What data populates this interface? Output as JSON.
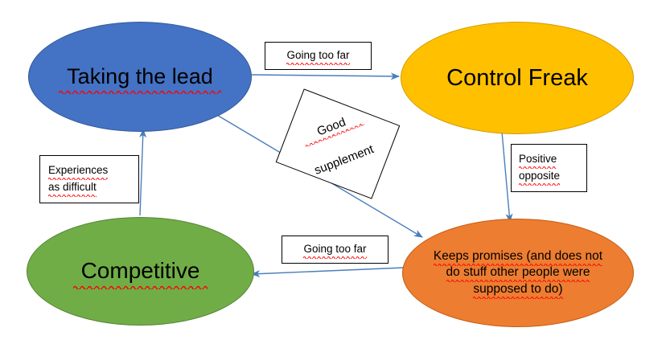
{
  "diagram": {
    "type": "relationship-cycle-diagram",
    "background_color": "#FFFFFF",
    "nodes": [
      {
        "id": "taking-lead",
        "label": "Taking the lead",
        "color": "#4472C4",
        "border_color": "#325899",
        "shape": "ellipse",
        "spellcheck_underline": true
      },
      {
        "id": "control-freak",
        "label": "Control Freak",
        "color": "#FFC000",
        "border_color": "#D19B00",
        "shape": "ellipse",
        "spellcheck_underline": false
      },
      {
        "id": "competitive",
        "label": "Competitive",
        "color": "#70AD47",
        "border_color": "#548235",
        "shape": "ellipse",
        "spellcheck_underline": true
      },
      {
        "id": "keeps-promises",
        "label": "Keeps promises (and does not do stuff other people were supposed to do)",
        "line1": "Keeps promises (and does not",
        "line2": "do stuff other people were",
        "line3": "supposed to do)",
        "color": "#ED7D31",
        "border_color": "#C55A11",
        "shape": "ellipse",
        "spellcheck_underline": true
      }
    ],
    "edges": [
      {
        "id": "lead-to-control",
        "from": "taking-lead",
        "to": "control-freak",
        "label": "Going too far",
        "arrow_color": "#4A7EBB",
        "direction": "right"
      },
      {
        "id": "lead-to-promises",
        "from": "taking-lead",
        "to": "keeps-promises",
        "label_line1": "Good",
        "label_line2": "supplement",
        "arrow_color": "#4A7EBB",
        "direction": "diagonal-down-right",
        "label_rotation_deg": 21
      },
      {
        "id": "control-to-promises",
        "from": "control-freak",
        "to": "keeps-promises",
        "label_line1": "Positive",
        "label_line2": "opposite",
        "arrow_color": "#4A7EBB",
        "direction": "down"
      },
      {
        "id": "promises-to-competitive",
        "from": "keeps-promises",
        "to": "competitive",
        "label": "Going too far",
        "arrow_color": "#4A7EBB",
        "direction": "left"
      },
      {
        "id": "competitive-to-lead",
        "from": "competitive",
        "to": "taking-lead",
        "label_line1": "Experiences",
        "label_line2": "as difficult",
        "arrow_color": "#4A7EBB",
        "direction": "up"
      }
    ]
  }
}
